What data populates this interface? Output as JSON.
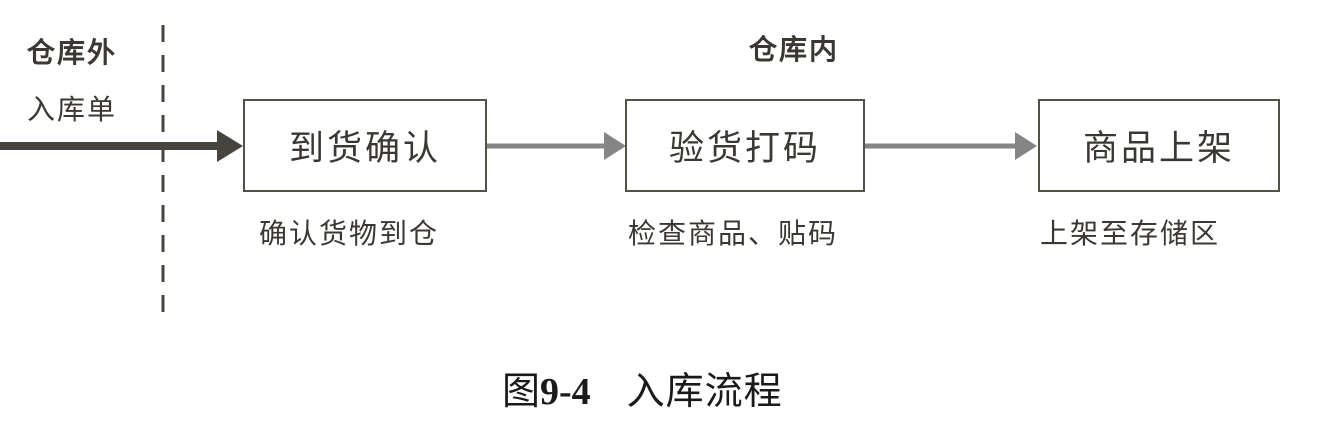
{
  "zones": {
    "outside": "仓库外",
    "inside": "仓库内"
  },
  "input_label": "入库单",
  "steps": [
    {
      "title": "到货确认",
      "note": "确认货物到仓"
    },
    {
      "title": "验货打码",
      "note": "检查商品、贴码"
    },
    {
      "title": "商品上架",
      "note": "上架至存储区"
    }
  ],
  "caption": {
    "prefix": "图",
    "number": "9-4",
    "title": "入库流程"
  },
  "colors": {
    "background": "#ffffff",
    "text": "#3b3833",
    "box_border": "#54514b",
    "divider": "#474440",
    "main_arrow": "#474440",
    "connector_arrow": "#858585"
  }
}
